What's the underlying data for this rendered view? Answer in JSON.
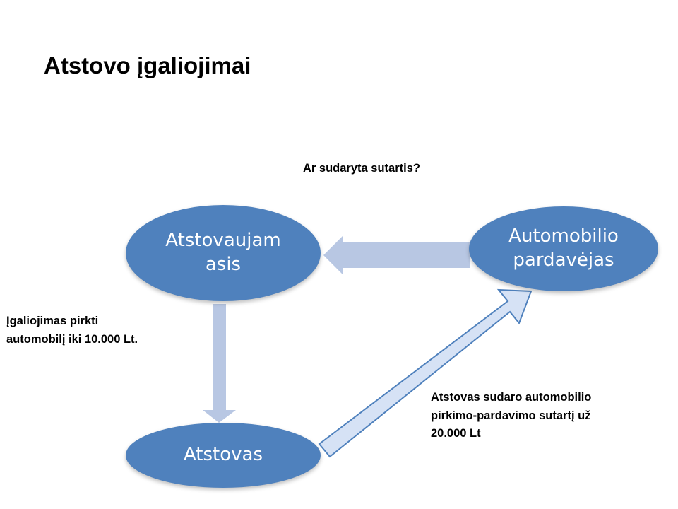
{
  "title": "Atstovo įgaliojimai",
  "nodes": {
    "principal": "Atstovaujam\nasis",
    "seller": "Automobilio\npardavėjas",
    "agent": "Atstovas"
  },
  "labels": {
    "question": "Ar sudaryta sutartis?",
    "authorization": "Įgaliojimas pirkti\nautomobilį iki 10.000 Lt.",
    "contract": "Atstovas sudaro automobilio\npirkimo-pardavimo sutartį už\n20.000 Lt"
  },
  "colors": {
    "node_fill": "#4f81bd",
    "arrow_fill": "#b8c7e3",
    "arrow_outline_fill": "#d6e2f5",
    "arrow_outline": "#4f81bd"
  }
}
